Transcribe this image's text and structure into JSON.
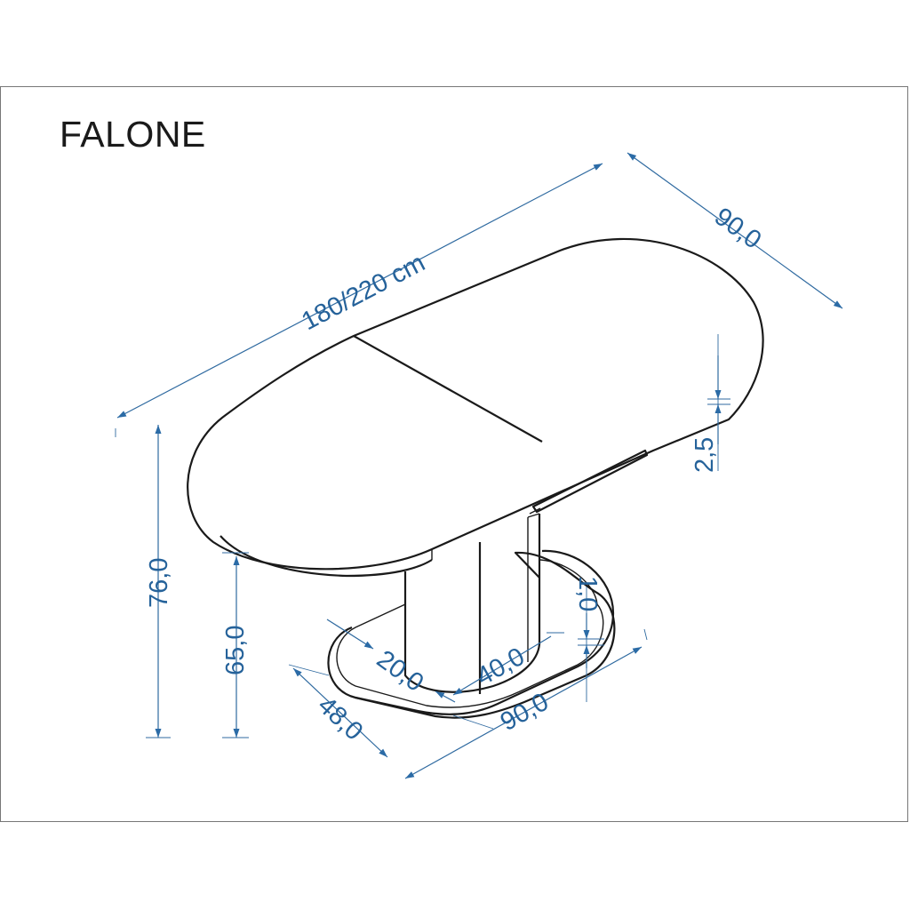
{
  "title": "FALONE",
  "dimensions": {
    "length": "180/220 cm",
    "width": "90,0",
    "top_thickness": "2,5",
    "total_height": "76,0",
    "column_height": "65,0",
    "base_thickness": "1,0",
    "base_offset": "20,0",
    "column_width": "40,0",
    "base_width": "48,0",
    "base_length": "90,0"
  }
}
